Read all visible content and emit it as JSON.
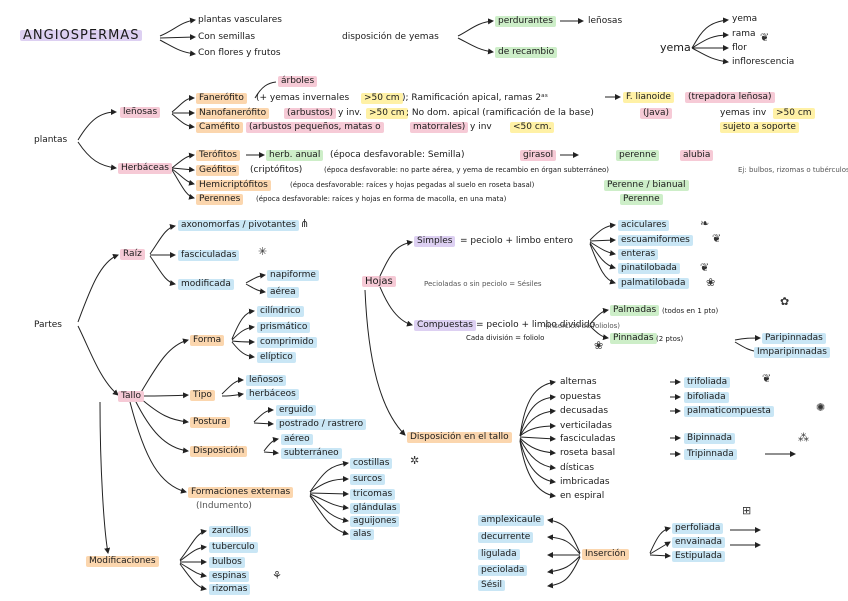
{
  "title": "ANGIOSPERMAS",
  "angio": {
    "b1": "plantas vasculares",
    "b2": "Con semillas",
    "b3": "Con flores y frutos"
  },
  "yemas": {
    "label": "disposición de yemas",
    "perdurantes": "perdurantes",
    "perdurantes_to": "leñosas",
    "recambio": "de recambio"
  },
  "yema": {
    "label": "yema",
    "i1": "yema",
    "i2": "rama",
    "i3": "flor",
    "i4": "inflorescencia"
  },
  "plantas": {
    "root": "plantas",
    "arboles": "árboles",
    "lenosas": "leñosas",
    "fanero": {
      "name": "Fanerófito",
      "a": "(+ yemas invernales",
      "b": ">50 cm",
      "c": "); Ramificación apical, ramas 2ᵃˢ",
      "d": "F. lianoide",
      "e": "(trepadora leñosa)"
    },
    "nano": {
      "name": "Nanofanerófito",
      "a": "(arbustos)",
      "b": "y inv.",
      "c": ">50 cm",
      "d": "; No dom. apical (ramificación de la base)",
      "e": "(Java)"
    },
    "lianaside": {
      "a": "yemas inv",
      "b": ">50 cm",
      "c": "sujeto a soporte"
    },
    "came": {
      "name": "Caméfito",
      "a": "(arbustos pequeños, matas o",
      "b": "matorrales)",
      "c": "y inv",
      "d": "<50 cm."
    },
    "herbaceas": "Herbáceas",
    "tero": {
      "name": "Terófitos",
      "a": "herb. anual",
      "b": "(época desfavorable: Semilla)",
      "c": "girasol",
      "d": "perenne",
      "e": "alubia"
    },
    "geo": {
      "name": "Geófitos",
      "a": "(criptófitos)",
      "b": "(época desfavorable: no parte aérea, y yema de recambio en órgan subterráneo)",
      "c": "Ej: bulbos, rizomas o tubérculos"
    },
    "hemi": {
      "name": "Hemicriptófitos",
      "a": "(época desfavorable: raíces y hojas pegadas al suelo en roseta basal)",
      "b": "Perenne / bianual"
    },
    "per": {
      "name": "Perennes",
      "a": "(época desfavorable: raíces y hojas en forma de macolla, en una mata)",
      "b": "Perenne"
    }
  },
  "partes": {
    "root": "Partes",
    "raiz": {
      "name": "Raíz",
      "a": "axonomorfas / pivotantes",
      "b": "fasciculadas",
      "c": "modificada",
      "d": "napiforme",
      "e": "aérea"
    },
    "tallo": "Tallo",
    "forma": {
      "name": "Forma",
      "a": "cilíndrico",
      "b": "prismático",
      "c": "comprimido",
      "d": "elíptico"
    },
    "tipo": {
      "name": "Tipo",
      "a": "leñosos",
      "b": "herbáceos"
    },
    "postura": {
      "name": "Postura",
      "a": "erguido",
      "b": "postrado / rastrero"
    },
    "disposicion": {
      "name": "Disposición",
      "a": "aéreo",
      "b": "subterráneo"
    },
    "formaciones": {
      "name": "Formaciones externas",
      "sub": "(Indumento)",
      "a": "costillas",
      "b": "surcos",
      "c": "tricomas",
      "d": "glándulas",
      "e": "aguijones",
      "f": "alas"
    },
    "modif": {
      "name": "Modificaciones",
      "a": "zarcillos",
      "b": "tuberculo",
      "c": "bulbos",
      "d": "espinas",
      "e": "rizomas"
    }
  },
  "hojas": {
    "name": "Hojas",
    "peciolada": "Pecioladas o sin peciolo = Sésiles",
    "simples": {
      "name": "Simples",
      "def": "= peciolo + limbo entero",
      "a": "aciculares",
      "b": "escuamiformes",
      "c": "enteras",
      "d": "pinatilobada",
      "e": "palmatilobada"
    },
    "compuestas": {
      "name": "Compuestas",
      "def": "= peciolo + limbo dividido",
      "note": "(inserción de foliolos)",
      "cada": "Cada división = foliolo",
      "palmadas": "Palmadas",
      "palmadas_note": "(todos en 1 pto)",
      "pinnadas": "Pinnadas",
      "pinnadas_note": "(2 ptos)",
      "pari": "Paripinnadas",
      "impari": "Imparipinnadas"
    },
    "disp": {
      "name": "Disposición en el tallo",
      "a": "alternas",
      "b": "opuestas",
      "c": "decusadas",
      "d": "verticiladas",
      "e": "fasciculadas",
      "f": "roseta basal",
      "g": "dísticas",
      "h": "imbricadas",
      "i": "en espiral"
    },
    "foliadas": {
      "a": "trifoliada",
      "b": "bifoliada",
      "c": "palmaticompuesta",
      "d": "Bipinnada",
      "e": "Tripinnada"
    },
    "insercion": {
      "name": "Inserción",
      "a": "amplexicaule",
      "b": "decurrente",
      "c": "ligulada",
      "d": "peciolada",
      "e": "Sésil",
      "f": "perfoliada",
      "g": "envainada",
      "h": "Estipulada"
    }
  },
  "icons": [
    "leaf-icon",
    "flower-icon",
    "root-icon",
    "plant-icon"
  ]
}
